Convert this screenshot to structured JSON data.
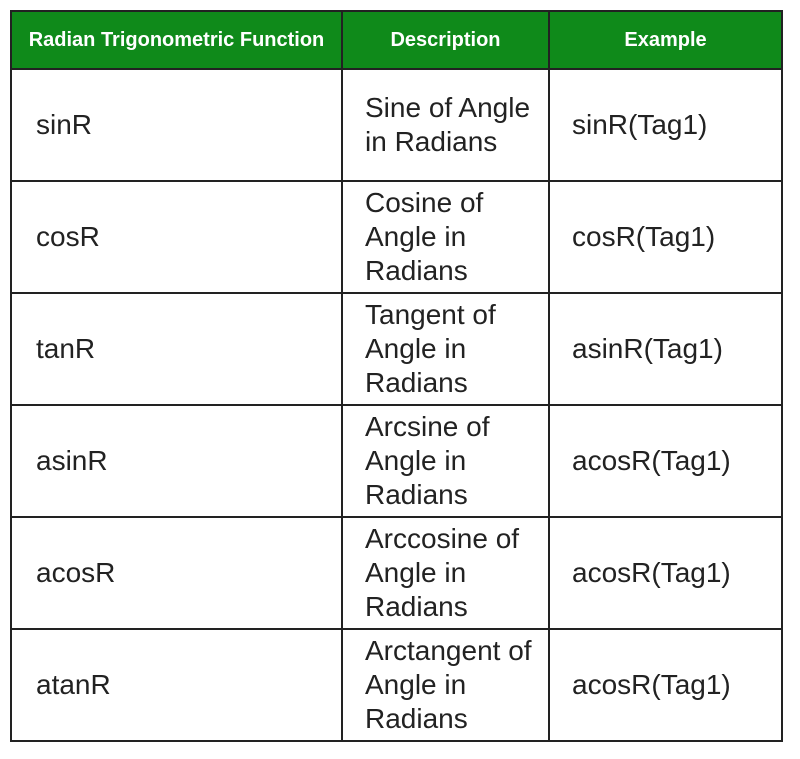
{
  "table": {
    "headers": {
      "function": "Radian Trigonometric Function",
      "description": "Description",
      "example": "Example"
    },
    "rows": [
      {
        "function": "sinR",
        "description": "Sine of Angle in Radians",
        "example": "sinR(Tag1)"
      },
      {
        "function": "cosR",
        "description": "Cosine of Angle in Radians",
        "example": "cosR(Tag1)"
      },
      {
        "function": "tanR",
        "description": "Tangent of Angle in Radians",
        "example": "asinR(Tag1)"
      },
      {
        "function": "asinR",
        "description": "Arcsine of Angle in Radians",
        "example": "acosR(Tag1)"
      },
      {
        "function": "acosR",
        "description": "Arccosine of Angle in Radians",
        "example": "acosR(Tag1)"
      },
      {
        "function": "atanR",
        "description": "Arctangent of Angle in Radians",
        "example": "acosR(Tag1)"
      }
    ]
  },
  "colors": {
    "header_bg": "#0f8a1a",
    "header_text": "#ffffff",
    "border": "#222222"
  }
}
